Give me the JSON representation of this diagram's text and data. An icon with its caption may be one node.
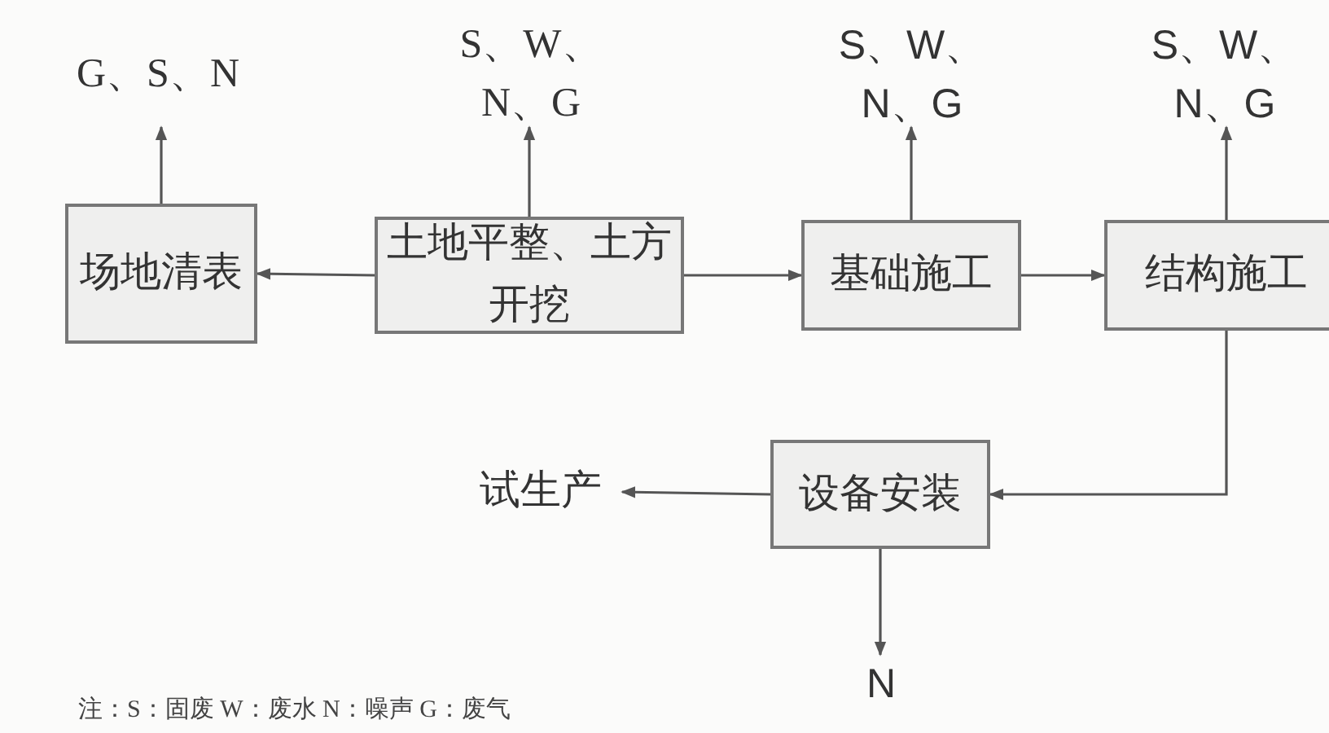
{
  "diagram": {
    "nodes": [
      {
        "text": [
          "G、S、N"
        ]
      },
      {
        "text": [
          "S、W、N、G"
        ]
      },
      {
        "text": [
          "S、W、N、G"
        ]
      },
      {
        "text": [
          "S、W、N、G"
        ]
      },
      {
        "text": [
          "场地清表"
        ]
      },
      {
        "text": [
          "土地平整、土方开挖"
        ]
      },
      {
        "text": [
          "基础施工"
        ]
      },
      {
        "text": [
          "结构施工"
        ]
      },
      {
        "text": [
          "试生产"
        ]
      },
      {
        "text": [
          "设备安装"
        ]
      },
      {
        "text": [
          "N"
        ]
      }
    ],
    "edges": [
      {
        "from": 4,
        "to": 0,
        "arrow": "to"
      },
      {
        "from": 5,
        "to": 1,
        "arrow": "to"
      },
      {
        "from": 6,
        "to": 2,
        "arrow": "to"
      },
      {
        "from": 7,
        "to": 3,
        "arrow": "to"
      },
      {
        "from": 5,
        "to": 4,
        "arrow": "to"
      },
      {
        "from": 5,
        "to": 6,
        "arrow": "to"
      },
      {
        "from": 6,
        "to": 7,
        "arrow": "to"
      },
      {
        "from": 7,
        "to": 9,
        "arrow": "to"
      },
      {
        "from": 9,
        "to": 8,
        "arrow": "to"
      },
      {
        "from": 9,
        "to": 10,
        "arrow": "to"
      }
    ],
    "labels": [
      "注：S：固废 W：废水 N：噪声 G：废气"
    ]
  }
}
